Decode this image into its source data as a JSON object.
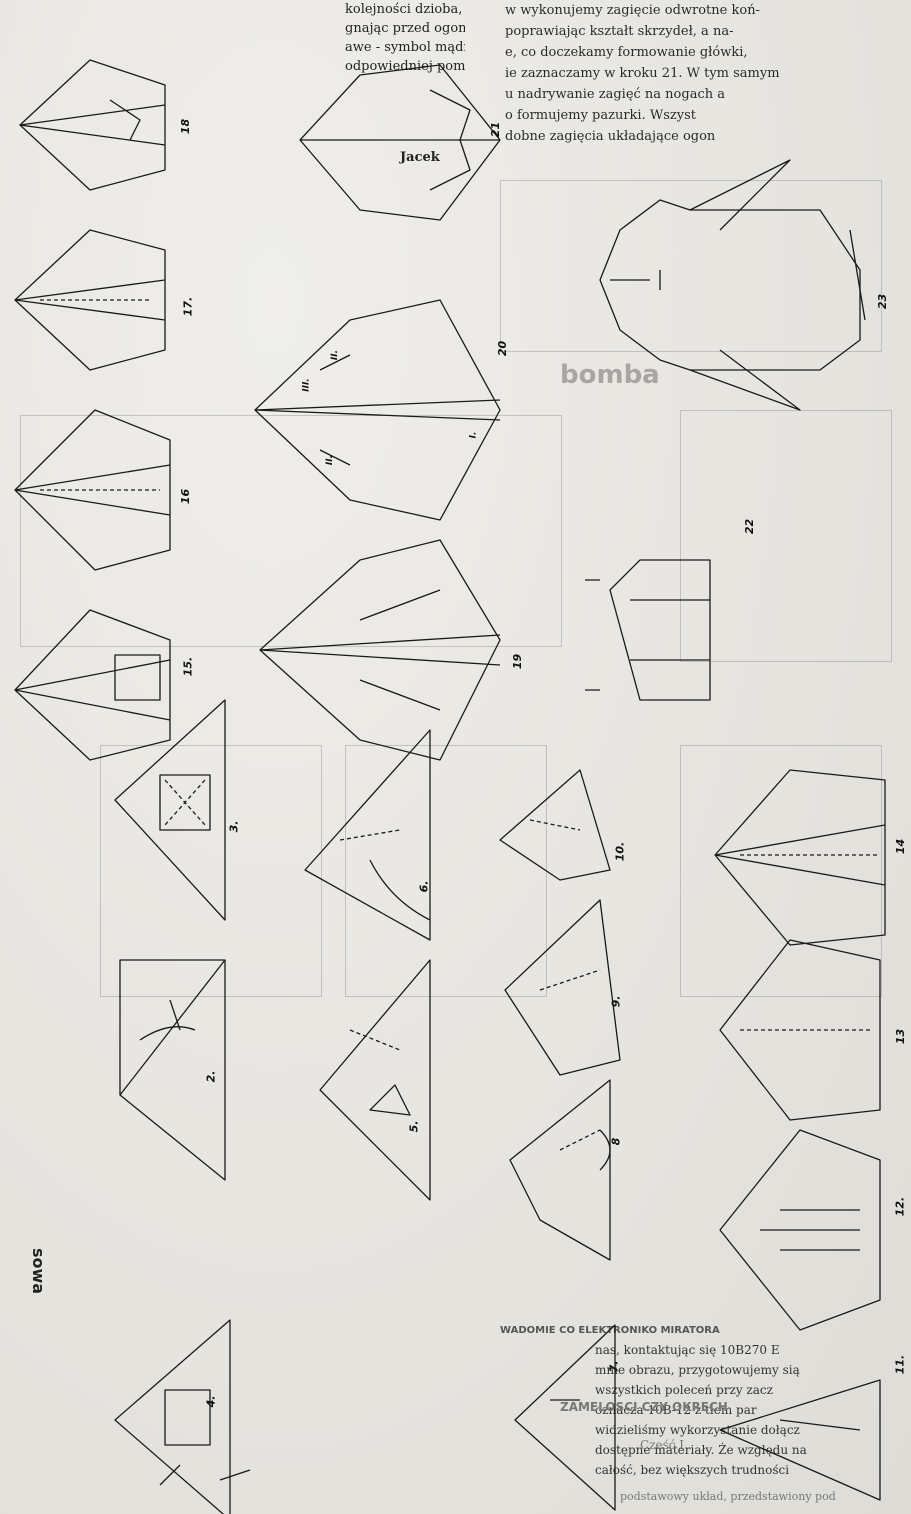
{
  "title": "sowa",
  "step_numbers": [
    "2.",
    "3.",
    "4.",
    "5.",
    "6.",
    "7.",
    "8",
    "9.",
    "10.",
    "11.",
    "12.",
    "13",
    "14",
    "15.",
    "16",
    "17.",
    "18",
    "19",
    "20",
    "21",
    "22",
    "23"
  ],
  "fold_marks": [
    "I.",
    "II.",
    "II.",
    "III."
  ],
  "top_text_lines": [
    "kolejności dzioba, oczu i uszów główki",
    "gnając przed ogon ku tyłowi możemy",
    "awe - symbol mądrości, rozwagi",
    "odpowiedniej pomocy"
  ],
  "right_text_lines": [
    "w wykonujemy zagięcie odwrotne koń-",
    "poprawiając kształt skrzydeł, a na-",
    "e, co doczekamy formowanie główki,",
    "ie zaznaczamy w kroku 21. W tym samym",
    "u nadrywanie zagięć na nogach a",
    "o formujemy pazurki. Wszyst",
    "dobne zagięcia układające ogon"
  ],
  "author": "Jacek",
  "bottom_text_lines": [
    "nas, kontaktując się 10B270 E",
    "mnie obrazu, przygotowujemy sią",
    "wszystkich poleceń przy zacz",
    "oznacza 10B-12 z tłem par",
    "widzieliśmy wykorzystanie dołącz",
    "dostępne materiały. Że względu na",
    "całość, bez większych trudności"
  ],
  "heading_a": "WADOMIE CO ELEKTRONIKO MIRATORA",
  "heading_b": "ZAMELOSCI CZY OKRECH",
  "heading_c": "Część I",
  "heading_d": "podstawowy układ, przedstawiony pod",
  "ghost_word": "bomba"
}
